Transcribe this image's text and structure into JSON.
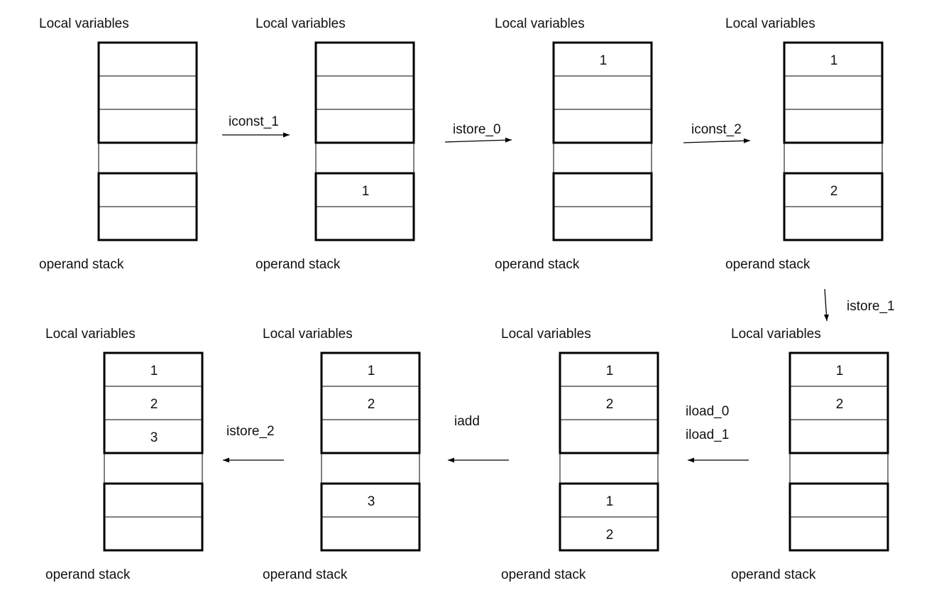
{
  "labels": {
    "local_variables": "Local variables",
    "operand_stack": "operand stack"
  },
  "frames": [
    {
      "id": "frame-1",
      "locals": [
        "",
        "",
        ""
      ],
      "stack": [
        "",
        ""
      ]
    },
    {
      "id": "frame-2",
      "locals": [
        "",
        "",
        ""
      ],
      "stack": [
        "1",
        ""
      ]
    },
    {
      "id": "frame-3",
      "locals": [
        "1",
        "",
        ""
      ],
      "stack": [
        "",
        ""
      ]
    },
    {
      "id": "frame-4",
      "locals": [
        "1",
        "",
        ""
      ],
      "stack": [
        "2",
        ""
      ]
    },
    {
      "id": "frame-5",
      "locals": [
        "1",
        "2",
        ""
      ],
      "stack": [
        "",
        ""
      ]
    },
    {
      "id": "frame-6",
      "locals": [
        "1",
        "2",
        ""
      ],
      "stack": [
        "1",
        "2"
      ]
    },
    {
      "id": "frame-7",
      "locals": [
        "1",
        "2",
        ""
      ],
      "stack": [
        "3",
        ""
      ]
    },
    {
      "id": "frame-8",
      "locals": [
        "1",
        "2",
        "3"
      ],
      "stack": [
        "",
        ""
      ]
    }
  ],
  "transitions": [
    {
      "from": "frame-1",
      "to": "frame-2",
      "instructions": [
        "iconst_1"
      ]
    },
    {
      "from": "frame-2",
      "to": "frame-3",
      "instructions": [
        "istore_0"
      ]
    },
    {
      "from": "frame-3",
      "to": "frame-4",
      "instructions": [
        "iconst_2"
      ]
    },
    {
      "from": "frame-4",
      "to": "frame-5",
      "instructions": [
        "istore_1"
      ]
    },
    {
      "from": "frame-5",
      "to": "frame-6",
      "instructions": [
        "iload_0",
        "iload_1"
      ]
    },
    {
      "from": "frame-6",
      "to": "frame-7",
      "instructions": [
        "iadd"
      ]
    },
    {
      "from": "frame-7",
      "to": "frame-8",
      "instructions": [
        "istore_2"
      ]
    }
  ],
  "colors": {
    "line": "#000000",
    "text": "#111111",
    "background": "#ffffff"
  }
}
